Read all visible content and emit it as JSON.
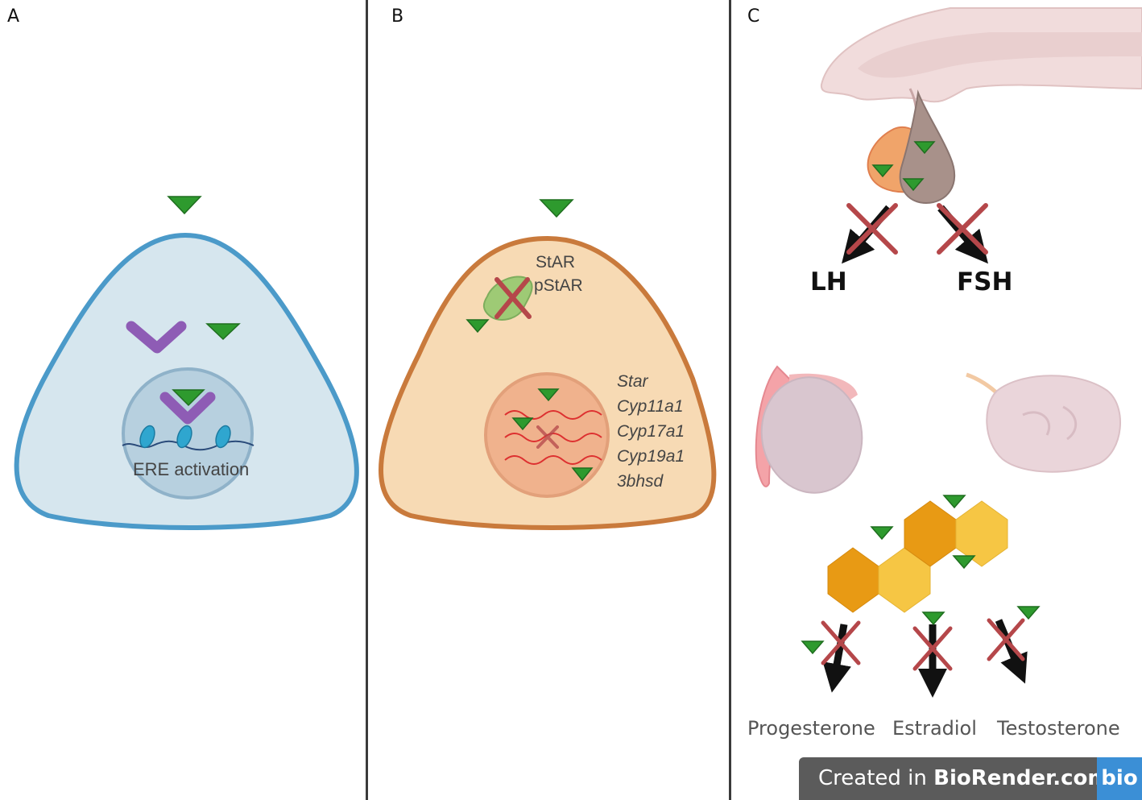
{
  "panels": {
    "a": {
      "letter": "A",
      "label": "ERE activation"
    },
    "b": {
      "letter": "B",
      "protein_labels": [
        "StAR",
        "pStAR"
      ],
      "genes": [
        "Star",
        "Cyp11a1",
        "Cyp17a1",
        "Cyp19a1",
        "3bhsd"
      ]
    },
    "c": {
      "letter": "C",
      "gonadotropins": [
        "LH",
        "FSH"
      ],
      "hormones": [
        "Progesterone",
        "Estradiol",
        "Testosterone"
      ]
    }
  },
  "badge": {
    "text_prefix": "Created in ",
    "text_brand": "BioRender.com",
    "logo": "bio"
  },
  "colors": {
    "ligand": "#2e9a2e",
    "cell_a_fill": "#d6e6ee",
    "cell_a_stroke": "#4b9ac9",
    "cell_b_fill": "#f7dab4",
    "cell_b_stroke": "#c97a3c",
    "receptor": "#8e5cb5",
    "block_cross": "#b5474a",
    "mrna": "#dd3030",
    "steroid_dark": "#e89a14",
    "steroid_light": "#f6c644"
  }
}
